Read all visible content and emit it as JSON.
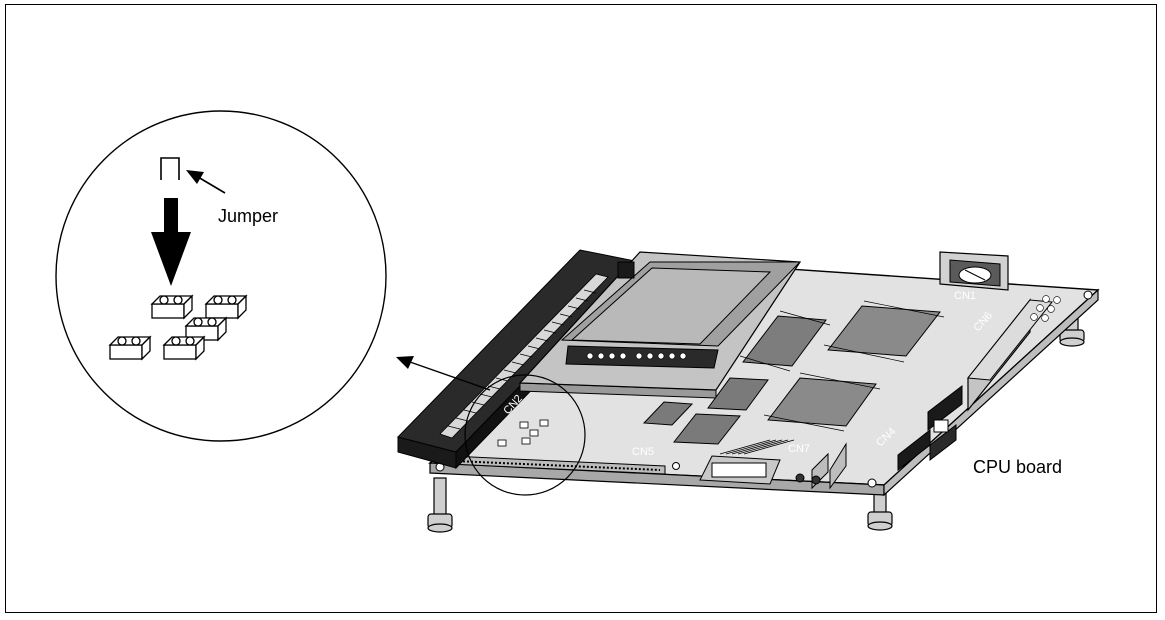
{
  "labels": {
    "jumper": "Jumper",
    "board": "CPU board",
    "cn1": "CN1",
    "cn2": "CN2",
    "cn4": "CN4",
    "cn5": "CN5",
    "cn6": "CN6",
    "cn7": "CN7"
  },
  "colors": {
    "pcb": "#dcdcdc",
    "chip": "#8a8a8a",
    "connector_dark": "#1a1a1a",
    "lcd": "#b4b4b4",
    "outline": "#000000"
  }
}
